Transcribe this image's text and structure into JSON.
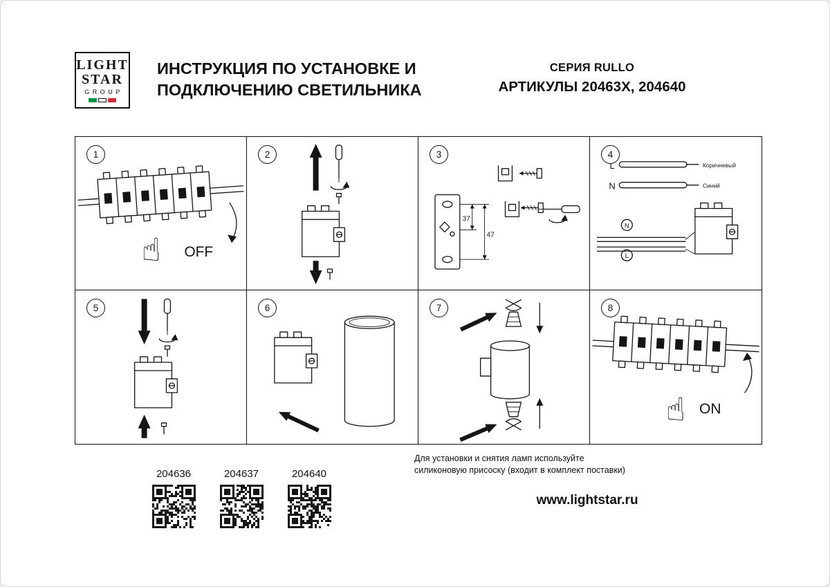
{
  "header": {
    "logo_line1": "LIGHT",
    "logo_line2": "STAR",
    "logo_line3": "GROUP",
    "title_line1": "ИНСТРУКЦИЯ ПО УСТАНОВКЕ И",
    "title_line2": "ПОДКЛЮЧЕНИЮ СВЕТИЛЬНИКА",
    "series": "СЕРИЯ RULLO",
    "articles": "АРТИКУЛЫ 20463X, 204640"
  },
  "steps": {
    "step1": {
      "num": "1",
      "label": "OFF"
    },
    "step2": {
      "num": "2"
    },
    "step3": {
      "num": "3",
      "dim1": "37",
      "dim2": "47"
    },
    "step4": {
      "num": "4",
      "wire_l": "L",
      "wire_n": "N",
      "brown": "Коричневый",
      "blue": "Синий",
      "circle_n": "N",
      "circle_l": "L"
    },
    "step5": {
      "num": "5"
    },
    "step6": {
      "num": "6"
    },
    "step7": {
      "num": "7"
    },
    "step8": {
      "num": "8",
      "label": "ON"
    }
  },
  "footer": {
    "note_line1": "Для установки и снятия ламп используйте",
    "note_line2": "силиконовую присоску (входит в комплект поставки)",
    "articles": [
      "204636",
      "204637",
      "204640"
    ],
    "website": "www.lightstar.ru"
  },
  "colors": {
    "ink": "#151515",
    "flag_green": "#009246",
    "flag_red": "#ce2b37"
  }
}
